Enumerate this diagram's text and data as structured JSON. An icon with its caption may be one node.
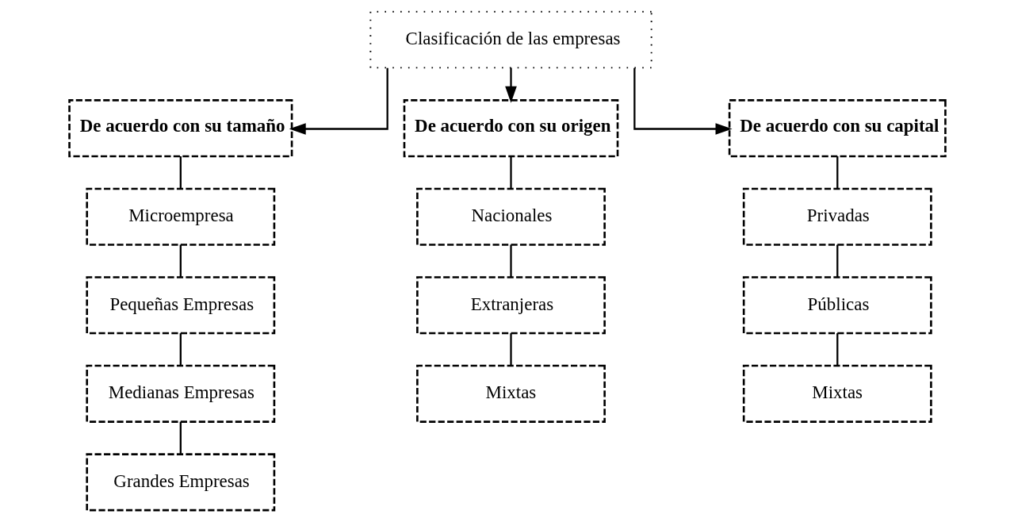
{
  "diagram": {
    "nodes": [
      {
        "text": [
          "Clasificación de las empresas"
        ]
      },
      {
        "text": [
          "De acuerdo con su tamaño"
        ]
      },
      {
        "text": [
          "Microempresa"
        ]
      },
      {
        "text": [
          "Pequeñas Empresas"
        ]
      },
      {
        "text": [
          "Medianas Empresas"
        ]
      },
      {
        "text": [
          "Grandes Empresas"
        ]
      },
      {
        "text": [
          "De acuerdo con su origen"
        ]
      },
      {
        "text": [
          "Nacionales"
        ]
      },
      {
        "text": [
          "Extranjeras"
        ]
      },
      {
        "text": [
          "Mixtas"
        ]
      },
      {
        "text": [
          "De acuerdo con su capital"
        ]
      },
      {
        "text": [
          "Privadas"
        ]
      },
      {
        "text": [
          "Públicas"
        ]
      },
      {
        "text": [
          "Mixtas"
        ]
      }
    ],
    "edges": [
      {
        "from": 0,
        "to": 1,
        "arrow": "to"
      },
      {
        "from": 0,
        "to": 6,
        "arrow": "to"
      },
      {
        "from": 0,
        "to": 10,
        "arrow": "to"
      },
      {
        "from": 1,
        "to": 2,
        "arrow": "none"
      },
      {
        "from": 2,
        "to": 3,
        "arrow": "none"
      },
      {
        "from": 3,
        "to": 4,
        "arrow": "none"
      },
      {
        "from": 4,
        "to": 5,
        "arrow": "none"
      },
      {
        "from": 6,
        "to": 7,
        "arrow": "none"
      },
      {
        "from": 7,
        "to": 8,
        "arrow": "none"
      },
      {
        "from": 8,
        "to": 9,
        "arrow": "none"
      },
      {
        "from": 10,
        "to": 11,
        "arrow": "none"
      },
      {
        "from": 11,
        "to": 12,
        "arrow": "none"
      },
      {
        "from": 12,
        "to": 13,
        "arrow": "none"
      }
    ]
  }
}
